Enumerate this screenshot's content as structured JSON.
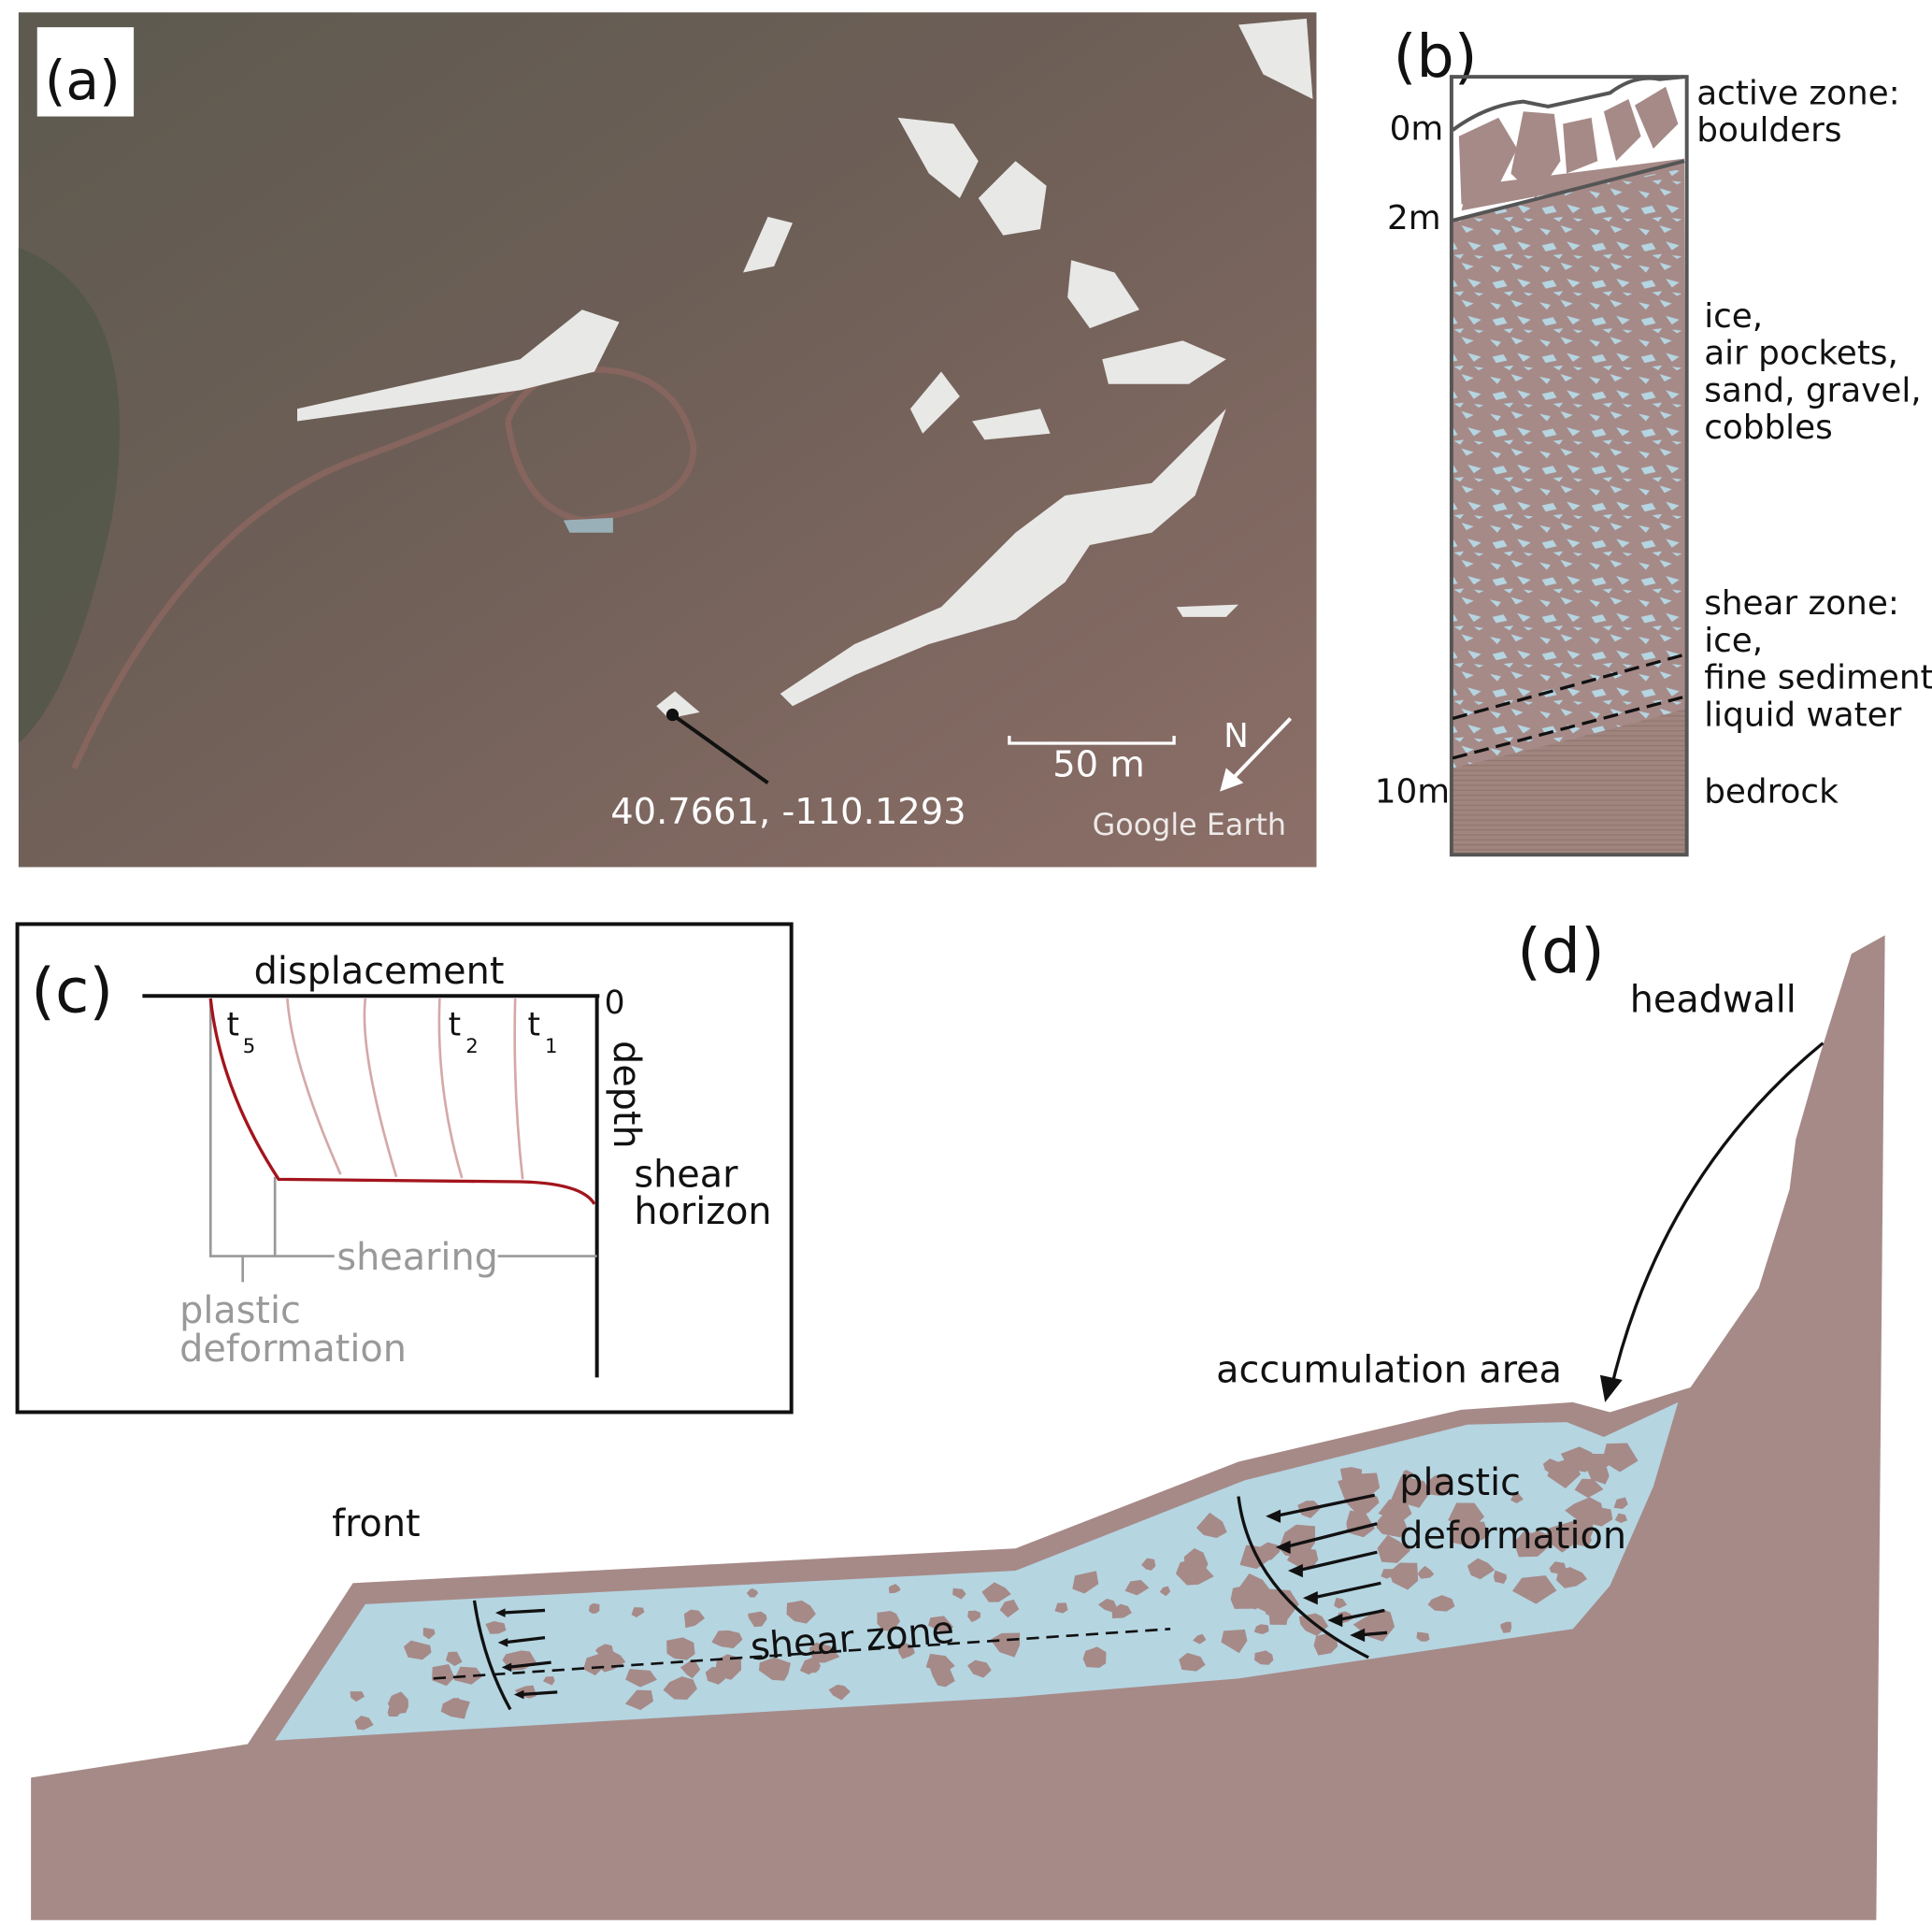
{
  "panels": {
    "a": {
      "label": "(a)",
      "coordinates": "40.7661, -110.1293",
      "scale_bar": "50 m",
      "north": "N",
      "watermark": "Google Earth"
    },
    "b": {
      "label": "(b)",
      "depth_labels": [
        "0m",
        "2m",
        "10m"
      ],
      "layers": [
        {
          "line1": "active zone:",
          "line2": "boulders"
        },
        {
          "lines": [
            "ice,",
            "air pockets,",
            "sand, gravel,",
            "cobbles"
          ]
        },
        {
          "lines": [
            "shear zone:",
            "ice,",
            "fine sediment,",
            "liquid water"
          ]
        },
        {
          "lines": [
            "bedrock"
          ]
        }
      ]
    },
    "c": {
      "label": "(c)",
      "x_axis": "displacement",
      "origin": "0",
      "y_axis": "depth",
      "curve_labels": [
        "t",
        "5",
        "t",
        "2",
        "t",
        "1"
      ],
      "shear_horizon": [
        "shear",
        "horizon"
      ],
      "shearing": "shearing",
      "plastic_deformation": [
        "plastic",
        "deformation"
      ]
    },
    "d": {
      "label": "(d)",
      "headwall": "headwall",
      "accumulation_area": "accumulation area",
      "front": "front",
      "shear_zone": "shear zone",
      "plastic_deformation": [
        "plastic",
        "deformation"
      ]
    }
  },
  "colors": {
    "rock": "#a68a88",
    "ice": "#b5d5e1",
    "curve": "#a3141c",
    "curve_light": "#d4a9a8",
    "gray": "#999999"
  }
}
